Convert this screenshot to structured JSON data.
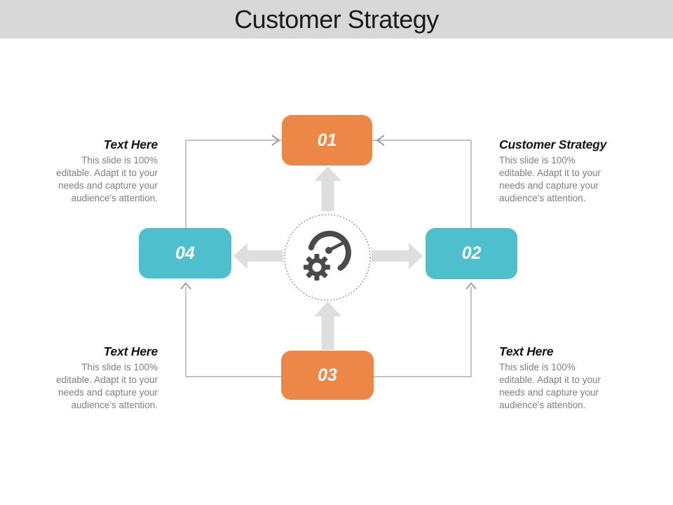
{
  "slide": {
    "title_bar": {
      "title": "Customer Strategy"
    },
    "diagram": {
      "steps": [
        {
          "number": "01",
          "color": "#ec8747"
        },
        {
          "number": "02",
          "color": "#4dbfcd"
        },
        {
          "number": "03",
          "color": "#ec8747"
        },
        {
          "number": "04",
          "color": "#4dbfcd"
        }
      ],
      "center_icon": "gauge-with-gear"
    },
    "text_blocks": [
      {
        "position": "top-left",
        "heading": "Text Here",
        "lines": [
          "This slide is 100%",
          "editable. Adapt it to your",
          "needs and capture your",
          "audience's attention."
        ]
      },
      {
        "position": "top-right",
        "heading": "Customer Strategy",
        "lines": [
          "This slide is 100%",
          "editable. Adapt it to your",
          "needs and capture your",
          "audience's attention."
        ]
      },
      {
        "position": "bottom-left",
        "heading": "Text Here",
        "lines": [
          "This slide is 100%",
          "editable. Adapt it to your",
          "needs and capture your",
          "audience's attention."
        ]
      },
      {
        "position": "bottom-right",
        "heading": "Text Here",
        "lines": [
          "This slide is 100%",
          "editable. Adapt it to your",
          "needs and capture your",
          "audience's attention."
        ]
      }
    ],
    "colors": {
      "title_bar_bg": "#d8d8d8",
      "title_text": "#1b1b1b",
      "orange": "#ec8747",
      "teal": "#4dbfcd",
      "thick_arrow_gray": "#dedede",
      "thin_line_gray": "#9e9e9e",
      "icon_dark_gray": "#4a4a4a",
      "body_text_gray": "#7e7e7e",
      "box_number_text": "#fcfaf5"
    }
  }
}
